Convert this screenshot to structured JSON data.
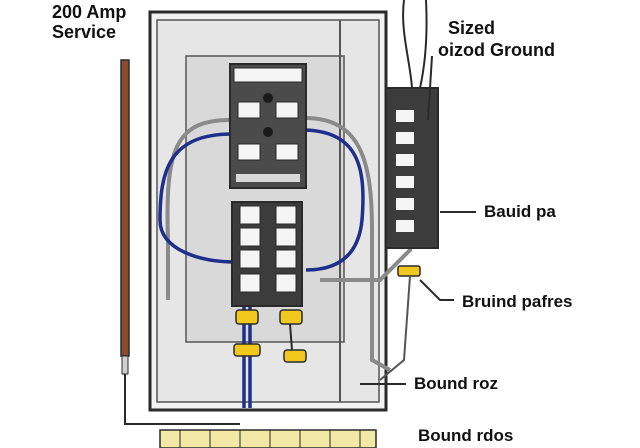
{
  "labels": {
    "service_line1": "200 Amp",
    "service_line2": "Service",
    "sized_line1": "Sized",
    "sized_line2": "oizod Ground",
    "bar_label": "Bauid pa",
    "pairs_label": "Bruind pafres",
    "rod_label": "Bound roz",
    "bottom_label": "Bound rdos"
  },
  "colors": {
    "outline": "#2a2a2a",
    "panel_fill": "#e6e6e6",
    "inner_fill": "#d3d3d3",
    "breaker_dark": "#3c3c3c",
    "wire_blue": "#1e2f8c",
    "wire_gray": "#8a8a8a",
    "rod_brown": "#8b4a2b",
    "clamp_yellow": "#f2c81e",
    "ground_strip": "#f3e9a6"
  }
}
